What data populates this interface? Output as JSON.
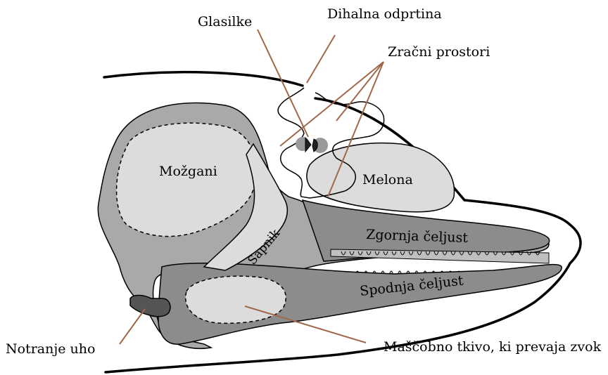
{
  "labels": {
    "glasilke": "Glasilke",
    "dihalna_odprtina": "Dihalna odprtina",
    "zracni_prostori": "Zračni prostori",
    "mozgani": "Možgani",
    "melona": "Melona",
    "sapnik": "Sapnik",
    "zgornja_celjust": "Zgornja čeljust",
    "spodnja_celjust": "Spodnja čeljust",
    "notranje_uho": "Notranje uho",
    "mascobno_tkivo": "Maščobno tkivo, ki prevaja zvok"
  },
  "colors": {
    "leader_line": "#a0684a",
    "bone_dark": "#8c8c8c",
    "bone_mid": "#a9a9a9",
    "soft_light": "#dcdcdc",
    "outline": "#000000",
    "ear": "#555555"
  }
}
